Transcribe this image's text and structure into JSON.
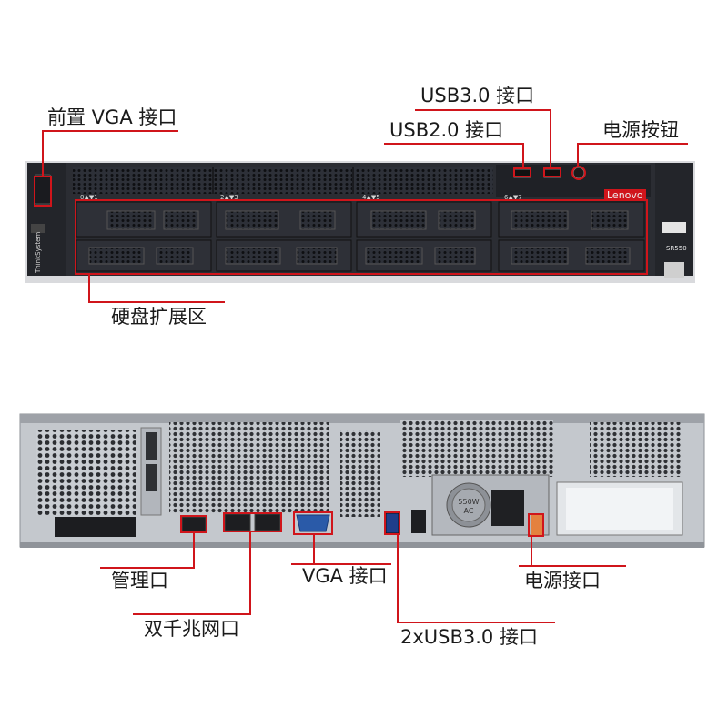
{
  "front": {
    "labels": {
      "vga": "前置 VGA 接口",
      "usb3": "USB3.0 接口",
      "usb2": "USB2.0 接口",
      "power_button": "电源按钮",
      "drive_bay": "硬盘扩展区"
    },
    "brand": "Lenovo",
    "side_brand": "ThinkSystem",
    "model": "SR550",
    "bay_numbers": [
      "0▲▼1",
      "2▲▼3",
      "4▲▼5",
      "6▲▼7"
    ]
  },
  "rear": {
    "labels": {
      "mgmt": "管理口",
      "vga": "VGA 接口",
      "power_port": "电源接口",
      "gigabit": "双千兆网口",
      "usb3": "2xUSB3.0 接口"
    },
    "psu_rating": "550W",
    "psu_type": "AC"
  },
  "colors": {
    "callout": "#d0151b",
    "chassis_dark": "#2a2c33",
    "chassis_metal": "#b8bcc2"
  }
}
